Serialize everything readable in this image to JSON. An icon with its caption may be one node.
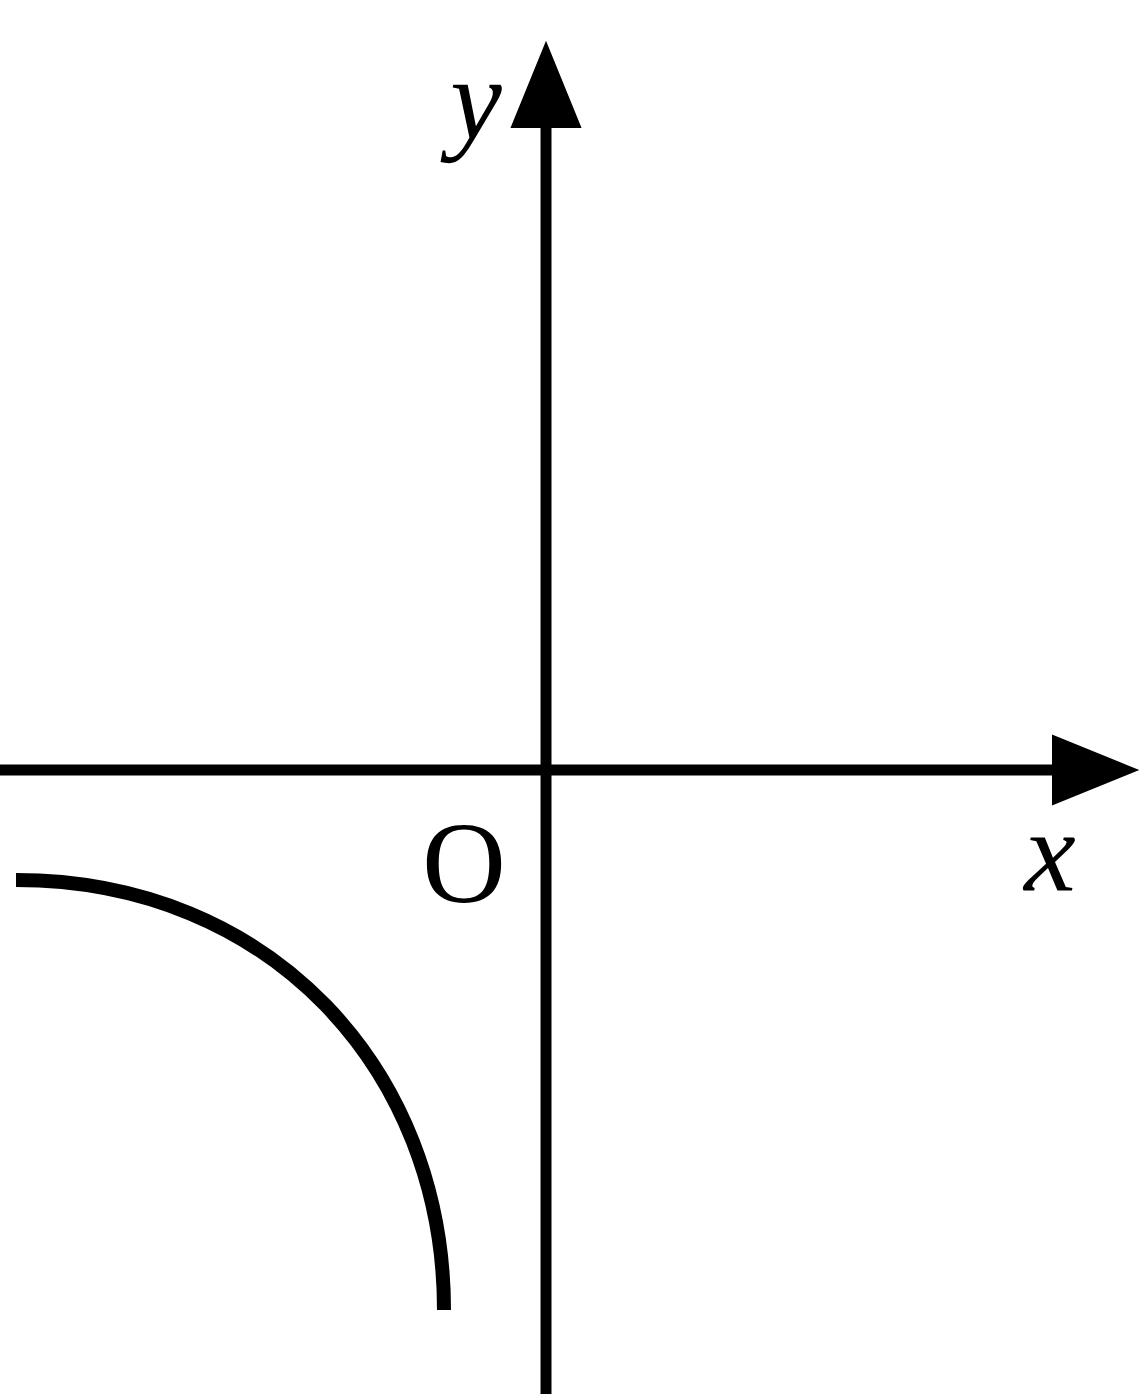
{
  "diagram": {
    "labels": [
      "y",
      "O",
      "x"
    ]
  }
}
